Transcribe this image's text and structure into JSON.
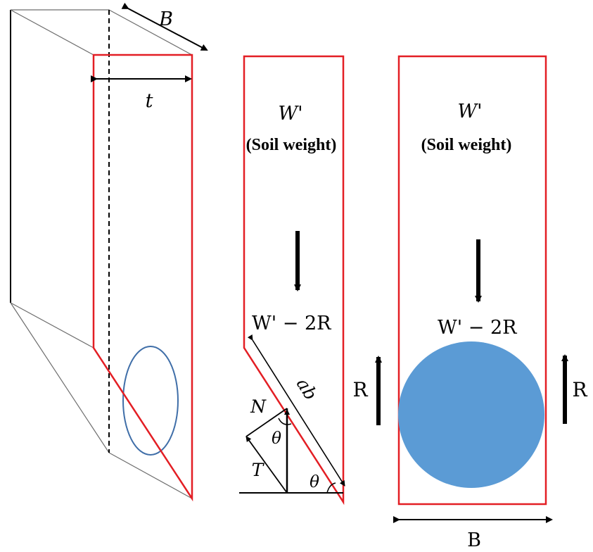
{
  "colors": {
    "outline": "#e31e24",
    "ink": "#000000",
    "edge": "#6d6d6d",
    "circle_fill": "#5b9bd5",
    "ellipse_stroke": "#3f6ea8"
  },
  "left_block": {
    "width_label": "B",
    "thickness_label": "t"
  },
  "middle_panel": {
    "weight_symbol": "W'",
    "weight_caption": "(Soil weight)",
    "reduced_weight": "W' − 2R",
    "edge_label": "ab",
    "normal_label": "N",
    "tangential_label": "T",
    "angle_upper": "θ",
    "angle_lower": "θ"
  },
  "right_panel": {
    "weight_symbol": "W'",
    "weight_caption": "(Soil weight)",
    "reduced_weight": "W' − 2R",
    "reaction_left": "R",
    "reaction_right": "R",
    "width_label": "B"
  }
}
